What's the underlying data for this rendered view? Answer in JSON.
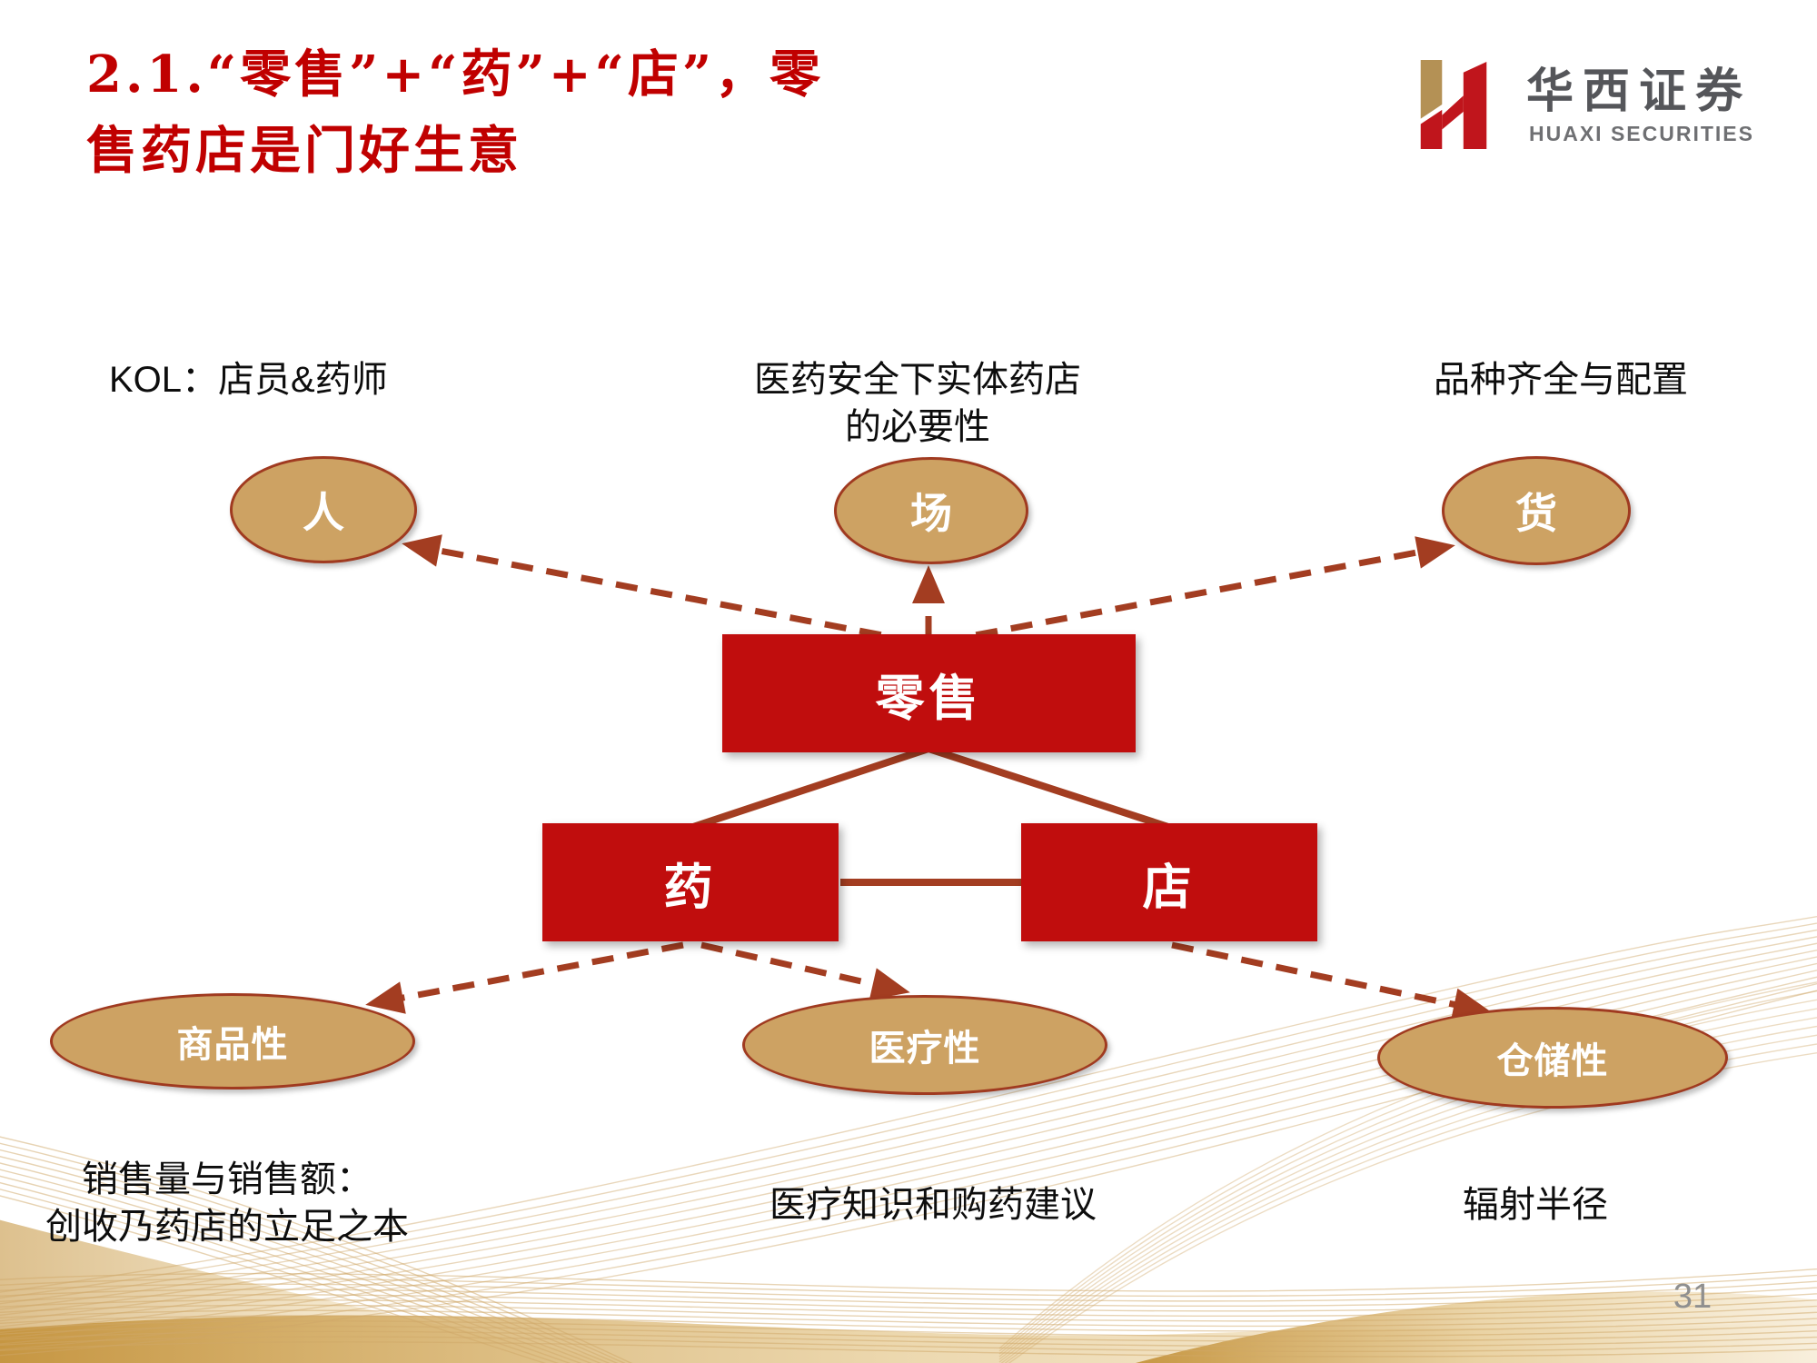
{
  "slide": {
    "title_line1": "2.1.“零售”+“药”+“店”，零",
    "title_line2": "售药店是门好生意",
    "page_number": "31"
  },
  "logo": {
    "icon": "huaxi-h-icon",
    "name_cn": "华西证券",
    "name_en": "HUAXI SECURITIES"
  },
  "diagram": {
    "top_labels": {
      "kol": "KOL：店员&药师",
      "mid_line1": "医药安全下实体药店",
      "mid_line2": "的必要性",
      "right": "品种齐全与配置"
    },
    "nodes": {
      "person": "人",
      "place": "场",
      "goods": "货",
      "retail": "零售",
      "drug": "药",
      "store": "店",
      "commodity": "商品性",
      "medical": "医疗性",
      "warehouse": "仓储性"
    },
    "bottom_labels": {
      "left_line1": "销售量与销售额：",
      "left_line2": "创收乃药店的立足之本",
      "mid": "医疗知识和购药建议",
      "right": "辐射半径"
    },
    "edges": [
      {
        "from": "retail",
        "to": "person",
        "style": "dashed-arrow"
      },
      {
        "from": "retail",
        "to": "place",
        "style": "dashed-arrow"
      },
      {
        "from": "retail",
        "to": "goods",
        "style": "dashed-arrow"
      },
      {
        "from": "retail",
        "to": "drug",
        "style": "solid"
      },
      {
        "from": "retail",
        "to": "store",
        "style": "solid"
      },
      {
        "from": "drug",
        "to": "store",
        "style": "solid"
      },
      {
        "from": "drug",
        "to": "commodity",
        "style": "dashed-arrow"
      },
      {
        "from": "drug",
        "to": "medical",
        "style": "dashed-arrow"
      },
      {
        "from": "store",
        "to": "warehouse",
        "style": "dashed-arrow"
      }
    ],
    "colors": {
      "title_red": "#C00000",
      "box_red": "#C00D0D",
      "ellipse_fill": "#CDA263",
      "ellipse_border": "#A03A20",
      "connector": "#A33D21",
      "logo_gold": "#B49155",
      "logo_red": "#C0151C",
      "wave_gold": "#CFA768"
    }
  }
}
